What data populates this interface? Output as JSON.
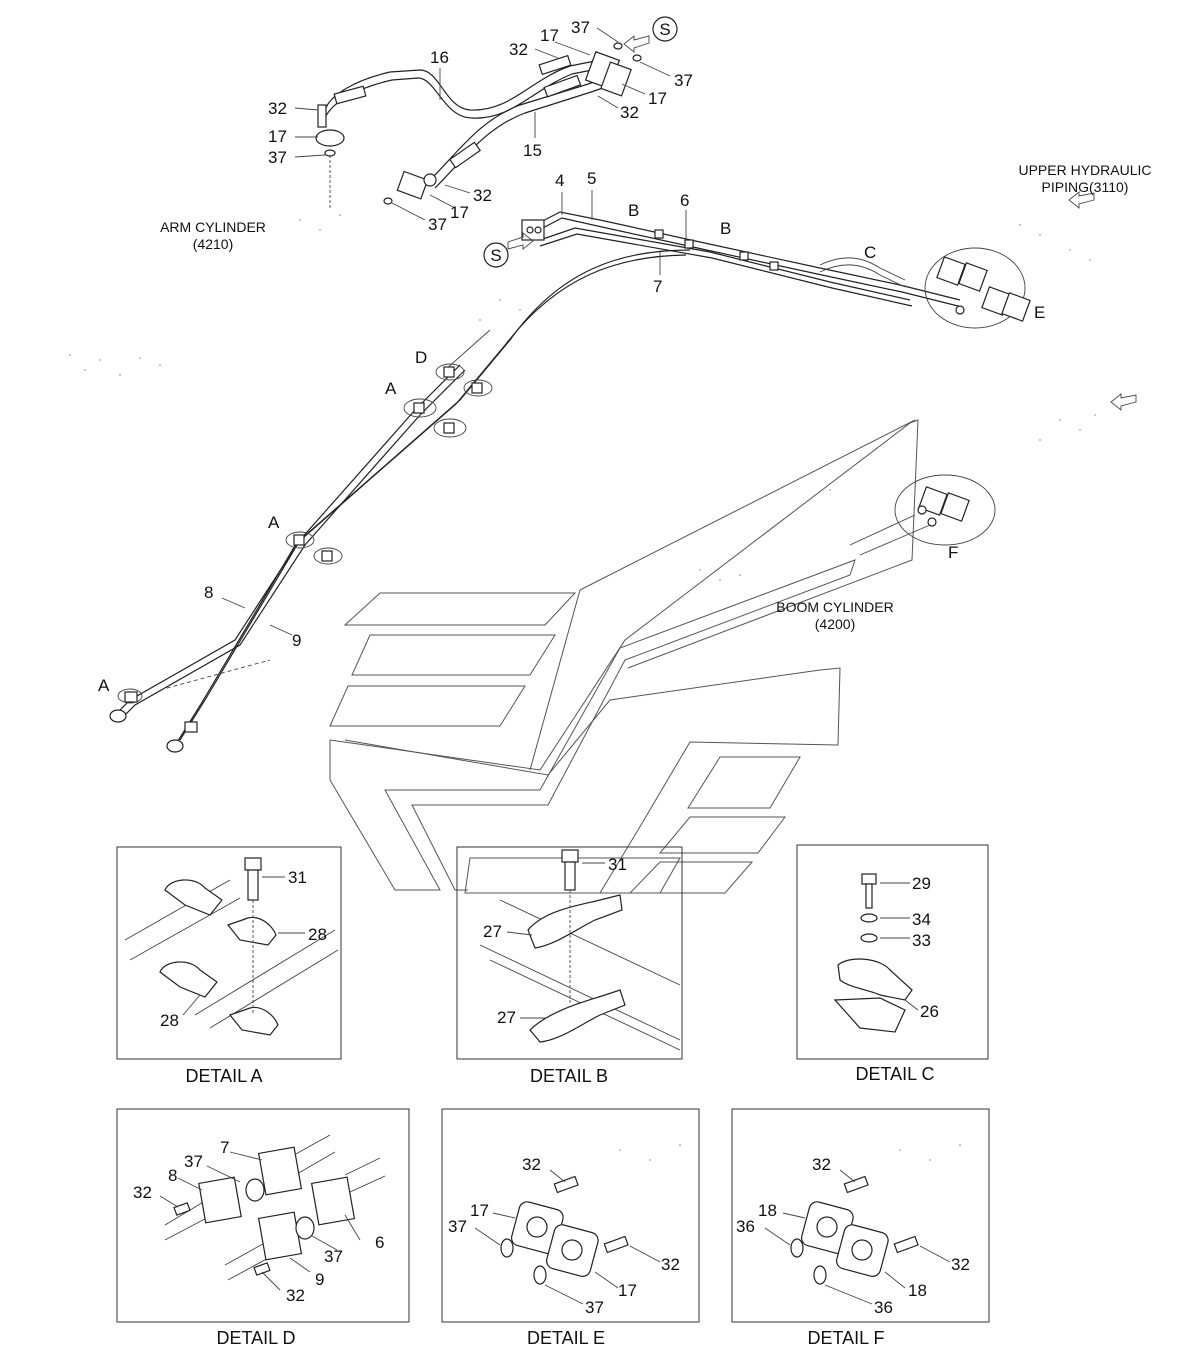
{
  "texts": {
    "arm_cylinder": "ARM CYLINDER",
    "arm_cylinder_ref": "(4210)",
    "boom_cylinder": "BOOM CYLINDER",
    "boom_cylinder_ref": "(4200)",
    "upper_hydraulic": "UPPER HYDRAULIC",
    "piping_ref": "PIPING(3110)",
    "s_marker": "S"
  },
  "details": {
    "a": "DETAIL A",
    "b": "DETAIL B",
    "c": "DETAIL C",
    "d": "DETAIL D",
    "e": "DETAIL E",
    "f": "DETAIL F"
  },
  "labels": {
    "l16": "16",
    "l32a": "32",
    "l17a": "17",
    "l37a": "37",
    "l32b": "32",
    "l17b": "17",
    "l37b": "37",
    "l37c": "37",
    "l17c": "17",
    "l32c": "32",
    "l15": "15",
    "l32d": "32",
    "l17d": "17",
    "l37d": "37",
    "l4": "4",
    "l5": "5",
    "l6": "6",
    "lB1": "B",
    "lB2": "B",
    "l7": "7",
    "lC": "C",
    "lE": "E",
    "lD": "D",
    "lA1": "A",
    "lA2": "A",
    "lA3": "A",
    "l8": "8",
    "l9": "9",
    "lF": "F",
    "dA31": "31",
    "dA28a": "28",
    "dA28b": "28",
    "dB31": "31",
    "dB27a": "27",
    "dB27b": "27",
    "dC29": "29",
    "dC34": "34",
    "dC33": "33",
    "dC26": "26",
    "dD7": "7",
    "dD37a": "37",
    "dD8": "8",
    "dD32a": "32",
    "dD37b": "37",
    "dD6": "6",
    "dD9": "9",
    "dD32b": "32",
    "dE32a": "32",
    "dE17a": "17",
    "dE37a": "37",
    "dE32b": "32",
    "dE17b": "17",
    "dE37b": "37",
    "dF32a": "32",
    "dF18a": "18",
    "dF36a": "36",
    "dF32b": "32",
    "dF18b": "18",
    "dF36b": "36"
  }
}
